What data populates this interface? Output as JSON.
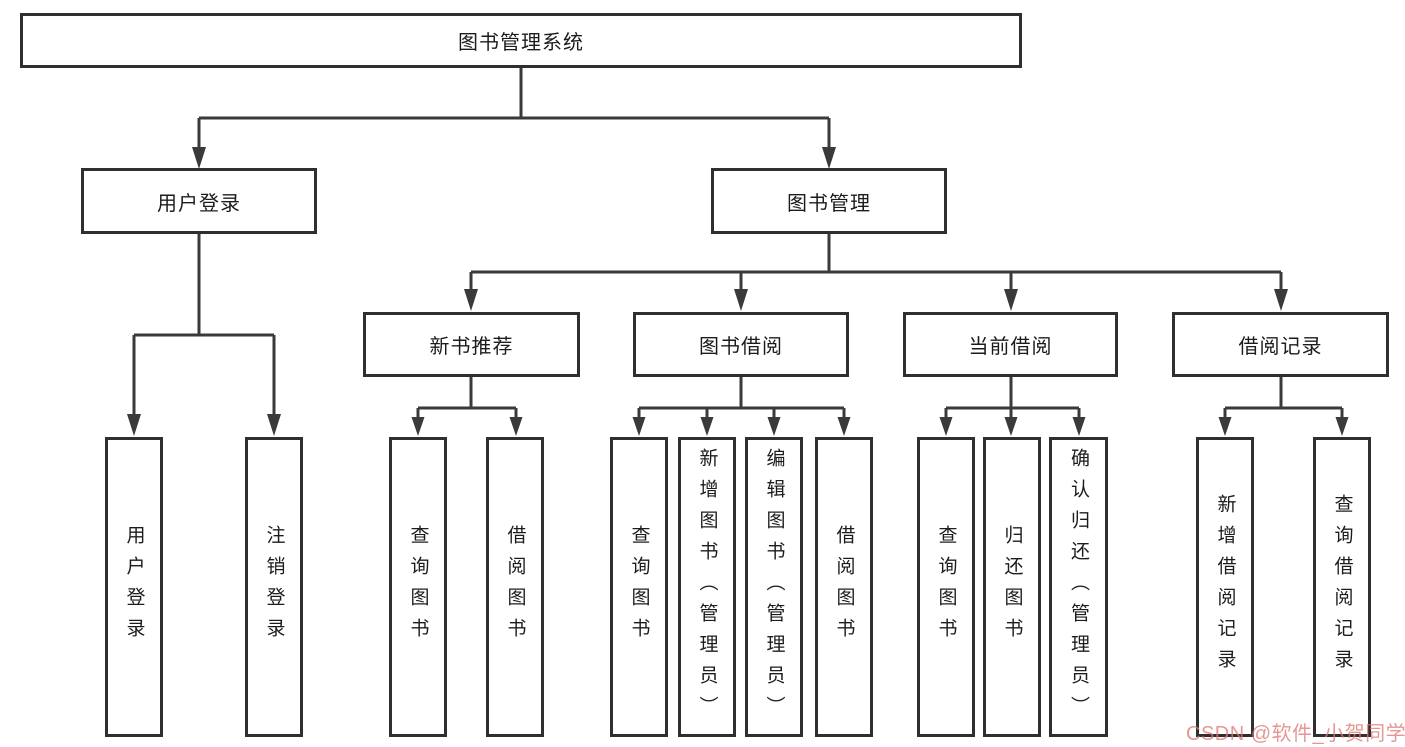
{
  "diagram": {
    "type": "hierarchy",
    "tree": {
      "root": {
        "label": "图书管理系统",
        "children": [
          {
            "label": "用户登录",
            "children": [
              {
                "label": "用户登录"
              },
              {
                "label": "注销登录"
              }
            ]
          },
          {
            "label": "图书管理",
            "children": [
              {
                "label": "新书推荐",
                "children": [
                  {
                    "label": "查询图书"
                  },
                  {
                    "label": "借阅图书"
                  }
                ]
              },
              {
                "label": "图书借阅",
                "children": [
                  {
                    "label": "查询图书"
                  },
                  {
                    "label": "新增图书（管理员）"
                  },
                  {
                    "label": "编辑图书（管理员）"
                  },
                  {
                    "label": "借阅图书"
                  }
                ]
              },
              {
                "label": "当前借阅",
                "children": [
                  {
                    "label": "查询图书"
                  },
                  {
                    "label": "归还图书"
                  },
                  {
                    "label": "确认归还（管理员）"
                  }
                ]
              },
              {
                "label": "借阅记录",
                "children": [
                  {
                    "label": "新增借阅记录"
                  },
                  {
                    "label": "查询借阅记录"
                  }
                ]
              }
            ]
          }
        ]
      }
    },
    "colors": {
      "line": "#3a3a3a",
      "box_border": "#2f2f2f",
      "text": "#1c1c1c",
      "background": "#ffffff",
      "watermark": "#de7a74"
    }
  },
  "watermark": {
    "text": "CSDN @软件_小贺同学"
  }
}
